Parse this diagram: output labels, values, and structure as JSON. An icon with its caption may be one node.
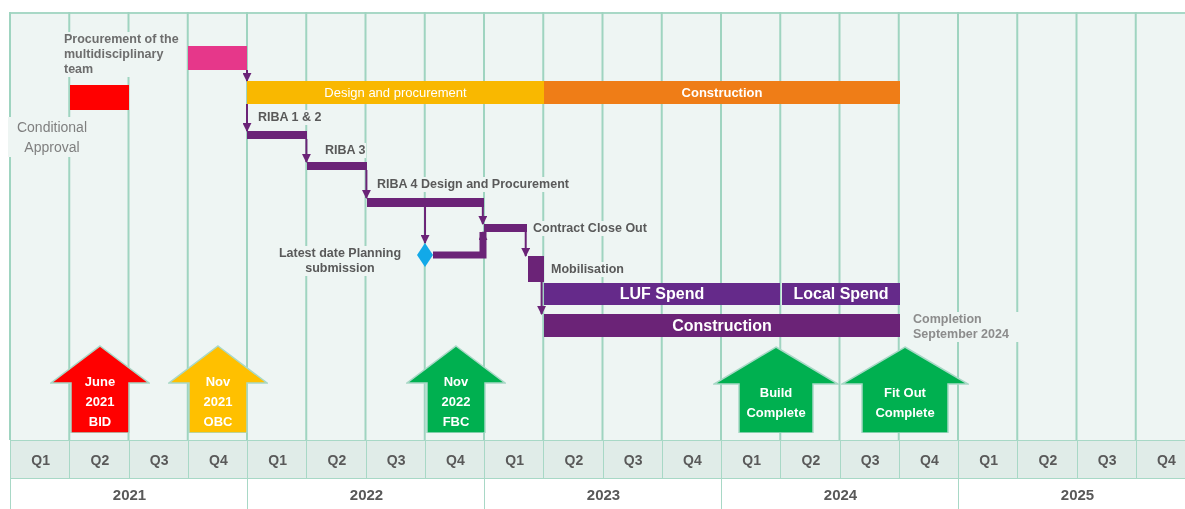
{
  "diagram": {
    "nodes": [
      {
        "text": [],
        "shape": "bar",
        "beside": [
          "Procurement of the multidisciplinary team"
        ]
      },
      {
        "text": [],
        "shape": "bar",
        "beside": [
          "Conditional Approval"
        ]
      },
      {
        "text": [
          "Design and procurement"
        ]
      },
      {
        "text": [
          "Construction"
        ]
      },
      {
        "text": [],
        "shape": "bar",
        "beside": [
          "RIBA 1 & 2"
        ]
      },
      {
        "text": [],
        "shape": "bar",
        "beside": [
          "RIBA 3"
        ]
      },
      {
        "text": [],
        "shape": "bar",
        "beside": [
          "RIBA 4 Design and Procurement"
        ]
      },
      {
        "text": [],
        "shape": "diamond",
        "beside": [
          "Latest date Planning submission"
        ]
      },
      {
        "text": [],
        "shape": "bar",
        "beside": [
          "Contract Close Out"
        ]
      },
      {
        "text": [],
        "shape": "bar",
        "beside": [
          "Mobilisation"
        ]
      },
      {
        "text": [
          "LUF Spend"
        ]
      },
      {
        "text": [
          "Local Spend"
        ]
      },
      {
        "text": [
          "Construction"
        ],
        "beside": [
          "Completion September 2024"
        ]
      },
      {
        "text": [
          "June 2021 BID"
        ]
      },
      {
        "text": [
          "Nov 2021 OBC"
        ]
      },
      {
        "text": [
          "Nov 2022 FBC"
        ]
      },
      {
        "text": [
          "Build Complete"
        ]
      },
      {
        "text": [
          "Fit Out Complete"
        ]
      }
    ],
    "edges": [
      {
        "from": 0,
        "to": 2,
        "arrow": "to"
      },
      {
        "from": 2,
        "to": 4,
        "arrow": "to"
      },
      {
        "from": 4,
        "to": 5,
        "arrow": "to"
      },
      {
        "from": 5,
        "to": 6,
        "arrow": "to"
      },
      {
        "from": 6,
        "to": 7,
        "arrow": "to"
      },
      {
        "from": 6,
        "to": 8,
        "arrow": "to"
      },
      {
        "from": 7,
        "to": 8,
        "arrow": "to",
        "style": "thick"
      },
      {
        "from": 8,
        "to": 9,
        "arrow": "to"
      },
      {
        "from": 9,
        "to": 12,
        "arrow": "to"
      }
    ],
    "labels": [
      "Q1",
      "Q2",
      "Q3",
      "Q4",
      "Q1",
      "Q2",
      "Q3",
      "Q4",
      "Q1",
      "Q2",
      "Q3",
      "Q4",
      "Q1",
      "Q2",
      "Q3",
      "Q4",
      "Q1",
      "Q2",
      "Q3",
      "Q4",
      "2021",
      "2022",
      "2023",
      "2024",
      "2025"
    ]
  }
}
